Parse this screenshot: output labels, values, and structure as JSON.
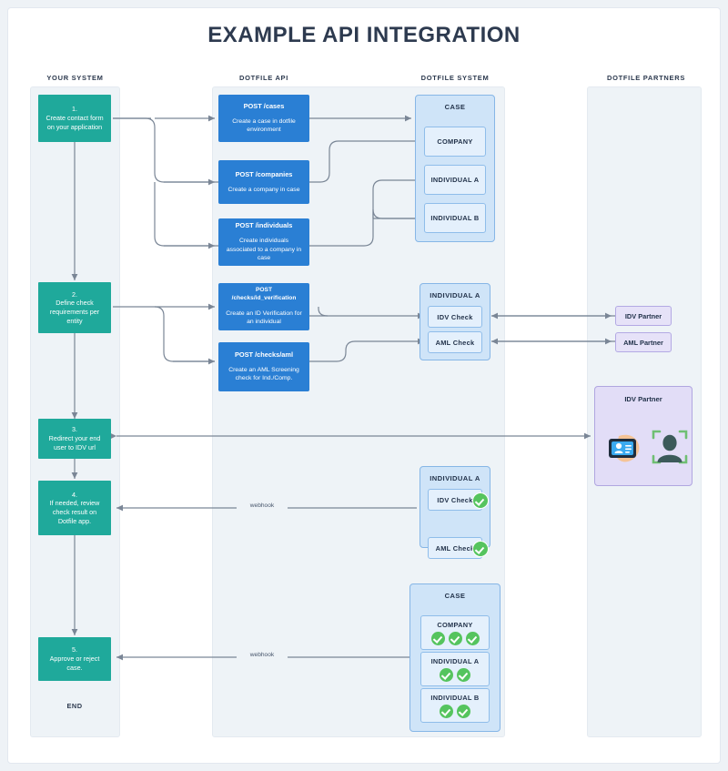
{
  "title": "EXAMPLE API INTEGRATION",
  "colors": {
    "green": "#1fa99b",
    "blue": "#2a7fd4",
    "system_blue": "#cfe4f8",
    "purple": "#e2ddf7",
    "check_green": "#55c45e",
    "wire": "#7a8696",
    "page_bg": "#eef2f6"
  },
  "columns": [
    {
      "id": "your-system",
      "label": "YOUR SYSTEM"
    },
    {
      "id": "dotfile-api",
      "label": "DOTFILE API"
    },
    {
      "id": "dotfile-system",
      "label": "DOTFILE SYSTEM"
    },
    {
      "id": "dotfile-partners",
      "label": "DOTFILE PARTNERS"
    }
  ],
  "your_system": {
    "steps": [
      {
        "number": "1.",
        "text": "Create contact form on your application"
      },
      {
        "number": "2.",
        "text": "Define check requirements per entity"
      },
      {
        "number": "3.",
        "text": "Redirect your end user to IDV url"
      },
      {
        "number": "4.",
        "text": "If needed, review check result on Dotfile app."
      },
      {
        "number": "5.",
        "text": "Approve or reject case."
      }
    ],
    "end_label": "END"
  },
  "dotfile_api": {
    "endpoints": [
      {
        "method_path": "POST /cases",
        "description": "Create a case in dotfile environment"
      },
      {
        "method_path": "POST /companies",
        "description": "Create a company in case"
      },
      {
        "method_path": "POST /individuals",
        "description": "Create individuals associated to a company in case"
      },
      {
        "method_path": "POST /checks/id_verification",
        "description": "Create an ID Verification for an individual"
      },
      {
        "method_path": "POST /checks/aml",
        "description": "Create an AML Screening check for Ind./Comp."
      }
    ]
  },
  "dotfile_system": {
    "case_top": {
      "title": "CASE",
      "entities": [
        "COMPANY",
        "INDIVIDUAL A",
        "INDIVIDUAL B"
      ]
    },
    "individual_checks": {
      "title": "INDIVIDUAL A",
      "checks": [
        "IDV Check",
        "AML Check"
      ]
    },
    "individual_checks_done": {
      "title": "INDIVIDUAL A",
      "checks": [
        {
          "label": "IDV Check",
          "completed": true
        },
        {
          "label": "AML Check",
          "completed": true
        }
      ]
    },
    "case_bottom": {
      "title": "CASE",
      "entities": [
        {
          "label": "COMPANY",
          "check_count": 3
        },
        {
          "label": "INDIVIDUAL A",
          "check_count": 2
        },
        {
          "label": "INDIVIDUAL B",
          "check_count": 2
        }
      ]
    }
  },
  "dotfile_partners": {
    "partners": [
      "IDV Partner",
      "AML Partner"
    ],
    "panel": {
      "title": "IDV Partner",
      "icons": [
        "id-card-hand-icon",
        "face-scan-icon"
      ]
    }
  },
  "connectors": {
    "webhook_label": "webhook"
  }
}
